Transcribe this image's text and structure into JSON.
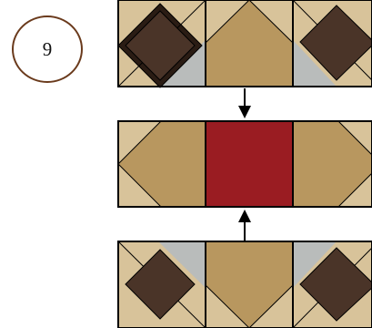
{
  "step": {
    "number": "9"
  },
  "colors": {
    "light_tan": "#d8c39a",
    "medium_tan": "#b8975f",
    "dark_brown": "#4a3428",
    "gray": "#b9bcbb",
    "red": "#9a1c22",
    "outline": "#000000",
    "circle_border": "#6a3a1c"
  },
  "rows": [
    {
      "name": "top-row",
      "blocks": [
        "corner-square-block",
        "flying-goose-block",
        "corner-square-block"
      ]
    },
    {
      "name": "middle-row",
      "blocks": [
        "side-goose-block",
        "center-square-block",
        "side-goose-block"
      ]
    },
    {
      "name": "bottom-row",
      "blocks": [
        "corner-square-block",
        "flying-goose-block",
        "corner-square-block"
      ]
    }
  ],
  "arrows": [
    {
      "name": "arrow-down",
      "direction": "down"
    },
    {
      "name": "arrow-up",
      "direction": "up"
    }
  ]
}
